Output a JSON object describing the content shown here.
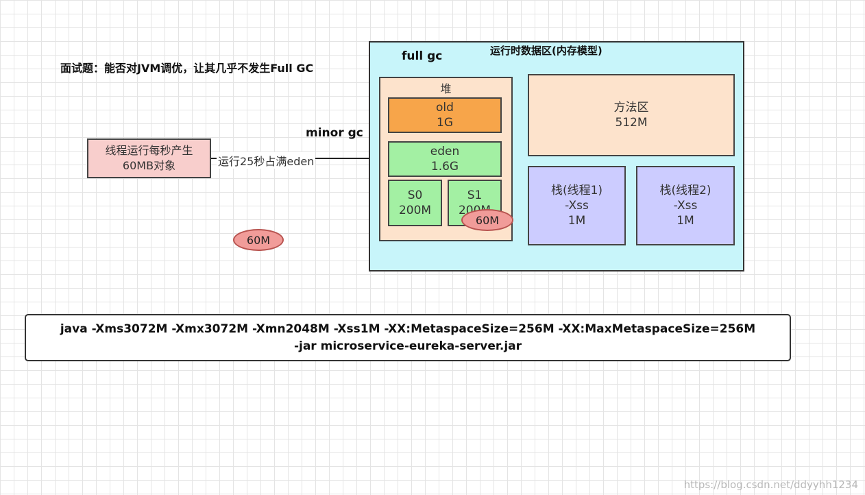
{
  "title": "面试题：能否对JVM调优，让其几乎不发生Full GC",
  "thread_box": {
    "line1": "线程运行每秒产生",
    "line2": "60MB对象"
  },
  "arrow_label": "运行25秒占满eden",
  "minor_gc": "minor gc",
  "full_gc": "full gc",
  "runtime_area": {
    "title": "运行时数据区(内存模型)",
    "heap": {
      "title": "堆",
      "old": {
        "name": "old",
        "size": "1G"
      },
      "eden": {
        "name": "eden",
        "size": "1.6G"
      },
      "s0": {
        "name": "S0",
        "size": "200M"
      },
      "s1": {
        "name": "S1",
        "size": "200M"
      }
    },
    "method_area": {
      "name": "方法区",
      "size": "512M"
    },
    "stack1": {
      "name": "栈(线程1)",
      "flag": "-Xss",
      "size": "1M"
    },
    "stack2": {
      "name": "栈(线程2)",
      "flag": "-Xss",
      "size": "1M"
    }
  },
  "pill_left": "60M",
  "pill_right": "60M",
  "command": {
    "line1": "java -Xms3072M -Xmx3072M -Xmn2048M -Xss1M -XX:MetaspaceSize=256M -XX:MaxMetaspaceSize=256M",
    "line2": "-jar microservice-eureka-server.jar"
  },
  "watermark": "https://blog.csdn.net/ddyyhh1234",
  "colors": {
    "runtime_bg": "#c8f5fa",
    "heap_bg": "#fde3cc",
    "old_bg": "#f7a54a",
    "young_bg": "#a3f0a3",
    "stack_bg": "#ccccff",
    "thread_bg": "#f8cecc",
    "pill_bg": "#f19c99"
  }
}
